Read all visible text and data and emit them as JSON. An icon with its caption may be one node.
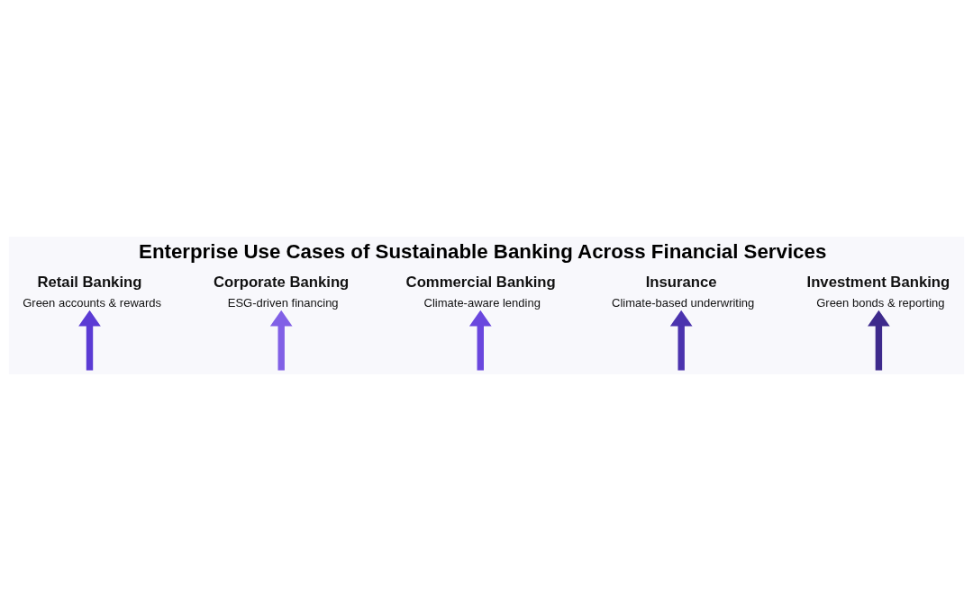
{
  "diagram": {
    "title": "Enterprise Use Cases of Sustainable Banking Across Financial Services",
    "nodes": [
      {
        "text": [
          "Retail Banking",
          "Green accounts & rewards"
        ]
      },
      {
        "text": [
          "Corporate Banking",
          "ESG-driven financing"
        ]
      },
      {
        "text": [
          "Commercial Banking",
          "Climate-aware lending"
        ]
      },
      {
        "text": [
          "Insurance",
          "Climate-based underwriting"
        ]
      },
      {
        "text": [
          "Investment Banking",
          "Green bonds & reporting"
        ]
      }
    ],
    "edges": [
      {
        "from": null,
        "to": 0,
        "arrow": "to",
        "color": "#5b3bd4"
      },
      {
        "from": null,
        "to": 1,
        "arrow": "to",
        "color": "#8160e6"
      },
      {
        "from": null,
        "to": 2,
        "arrow": "to",
        "color": "#6a47de"
      },
      {
        "from": null,
        "to": 3,
        "arrow": "to",
        "color": "#4b33ae"
      },
      {
        "from": null,
        "to": 4,
        "arrow": "to",
        "color": "#3e2a8c"
      }
    ]
  }
}
